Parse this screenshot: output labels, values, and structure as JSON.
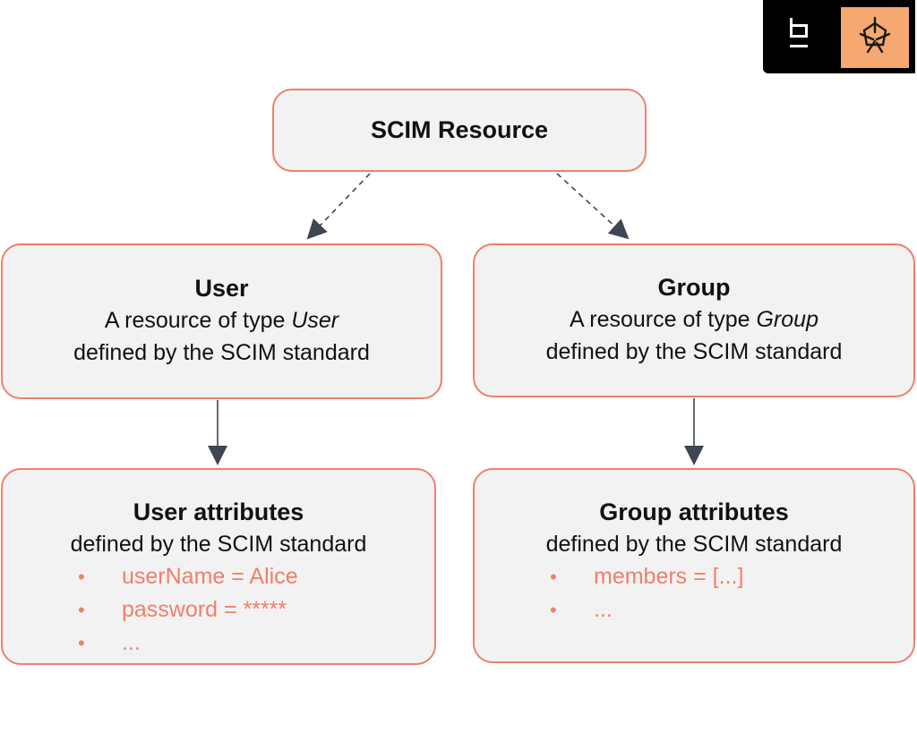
{
  "root": {
    "title": "SCIM Resource"
  },
  "user": {
    "title": "User",
    "line1_prefix": "A resource of type ",
    "line1_emph": "User",
    "line2": "defined by the SCIM standard"
  },
  "group": {
    "title": "Group",
    "line1_prefix": "A resource of type ",
    "line1_emph": "Group",
    "line2": "defined by the SCIM standard"
  },
  "user_attributes": {
    "title": "User attributes",
    "subtitle": "defined by the SCIM standard",
    "items": [
      "userName = Alice",
      "password = *****",
      "..."
    ]
  },
  "group_attributes": {
    "title": "Group attributes",
    "subtitle": "defined by the SCIM standard",
    "items": [
      "members = [...]",
      "..."
    ]
  },
  "bullet_char": "•",
  "colors": {
    "box_border": "#f07f6d",
    "box_fill": "#f2f2f2",
    "attribute_text": "#f07f6d",
    "arrow": "#3d4651",
    "logo_bg": "#000000",
    "logo_accent": "#f5a86f"
  },
  "icons": [
    "brand-logo-b-icon",
    "brand-logo-knot-icon"
  ]
}
